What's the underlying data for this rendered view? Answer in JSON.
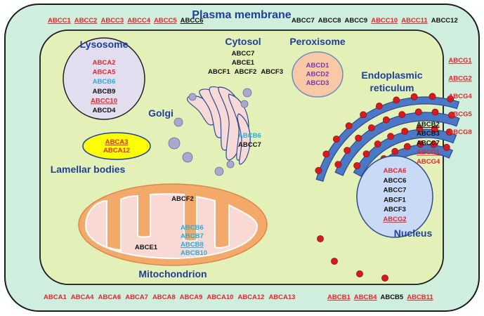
{
  "colors": {
    "red": "#e8262b",
    "black": "#111111",
    "blue": "#22aee6",
    "purple": "#7a35b4",
    "title_blue": "#1f3f9a",
    "cell_fill": "#cfeedd",
    "cytoplasm_fill": "#e3f1b8",
    "er_fill": "#4b78c4",
    "er_dot": "#d71920",
    "lysosome_fill": "#e3ddf0",
    "peroxisome_fill": "#f8c9a4",
    "mito_outer": "#f3a96a",
    "mito_inner": "#f8d9d3",
    "nucleus_fill": "#c9daf6",
    "lamellar_fill": "#ffff00",
    "golgi_fill": "#f7d9d8",
    "golgi_vesicle": "#aaa8cf"
  },
  "labels": {
    "plasma_membrane": "Plasma membrane",
    "lysosome": "Lysosome",
    "cytosol": "Cytosol",
    "peroxisome": "Peroxisome",
    "er_line1": "Endoplasmic",
    "er_line2": "reticulum",
    "golgi": "Golgi",
    "lamellar": "Lamellar bodies",
    "mitochondrion": "Mitochondrion",
    "nucleus": "Nucleus"
  },
  "genes": {
    "membrane_top_left": [
      {
        "t": "ABCC1",
        "c": "red",
        "u": true
      },
      {
        "t": "ABCC2",
        "c": "red",
        "u": true
      },
      {
        "t": "ABCC3",
        "c": "red",
        "u": true
      },
      {
        "t": "ABCC4",
        "c": "red",
        "u": true
      },
      {
        "t": "ABCC5",
        "c": "red",
        "u": true
      },
      {
        "t": "ABCC6",
        "c": "black",
        "u": true
      }
    ],
    "membrane_top_right": [
      {
        "t": "ABCC7",
        "c": "black",
        "u": false
      },
      {
        "t": "ABCC8",
        "c": "black",
        "u": false
      },
      {
        "t": "ABCC9",
        "c": "black",
        "u": false
      },
      {
        "t": "ABCC10",
        "c": "red",
        "u": true
      },
      {
        "t": "ABCC11",
        "c": "red",
        "u": true
      },
      {
        "t": "ABCC12",
        "c": "black",
        "u": false
      }
    ],
    "membrane_right": [
      {
        "t": "ABCG1",
        "c": "red",
        "u": true
      },
      {
        "t": "ABCG2",
        "c": "red",
        "u": true
      },
      {
        "t": "ABCG4",
        "c": "red",
        "u": false
      },
      {
        "t": "ABCG5",
        "c": "red",
        "u": false
      },
      {
        "t": "ABCG8",
        "c": "red",
        "u": false
      }
    ],
    "membrane_bottom_left": [
      {
        "t": "ABCA1",
        "c": "red",
        "u": false
      },
      {
        "t": "ABCA4",
        "c": "red",
        "u": false
      },
      {
        "t": "ABCA6",
        "c": "red",
        "u": false
      },
      {
        "t": "ABCA7",
        "c": "red",
        "u": false
      },
      {
        "t": "ABCA8",
        "c": "red",
        "u": false
      },
      {
        "t": "ABCA9",
        "c": "red",
        "u": false
      },
      {
        "t": "ABCA10",
        "c": "red",
        "u": false
      },
      {
        "t": "ABCA12",
        "c": "red",
        "u": false
      },
      {
        "t": "ABCA13",
        "c": "red",
        "u": false
      }
    ],
    "membrane_bottom_right": [
      {
        "t": "ABCB1",
        "c": "red",
        "u": true
      },
      {
        "t": "ABCB4",
        "c": "red",
        "u": true
      },
      {
        "t": "ABCB5",
        "c": "black",
        "u": false
      },
      {
        "t": "ABCB11",
        "c": "red",
        "u": true
      }
    ],
    "lysosome": [
      {
        "t": "ABCA2",
        "c": "red",
        "u": false
      },
      {
        "t": "ABCA5",
        "c": "red",
        "u": false
      },
      {
        "t": "ABCB6",
        "c": "blue",
        "u": false
      },
      {
        "t": "ABCB9",
        "c": "black",
        "u": false
      },
      {
        "t": "ABCC10",
        "c": "red",
        "u": true
      },
      {
        "t": "ABCD4",
        "c": "black",
        "u": false
      }
    ],
    "cytosol_top": [
      {
        "t": "ABCC7",
        "c": "black",
        "u": false
      },
      {
        "t": "ABCE1",
        "c": "black",
        "u": false
      }
    ],
    "cytosol_row": [
      {
        "t": "ABCF1",
        "c": "black",
        "u": false
      },
      {
        "t": "ABCF2",
        "c": "black",
        "u": false
      },
      {
        "t": "ABCF3",
        "c": "black",
        "u": false
      }
    ],
    "peroxisome": [
      {
        "t": "ABCD1",
        "c": "purple",
        "u": false
      },
      {
        "t": "ABCD2",
        "c": "purple",
        "u": false
      },
      {
        "t": "ABCD3",
        "c": "purple",
        "u": false
      }
    ],
    "golgi": [
      {
        "t": "ABCB6",
        "c": "blue",
        "u": false
      },
      {
        "t": "ABCC7",
        "c": "black",
        "u": false
      }
    ],
    "lamellar": [
      {
        "t": "ABCA3",
        "c": "red",
        "u": true
      },
      {
        "t": "ABCA12",
        "c": "red",
        "u": false
      }
    ],
    "er": [
      {
        "t": "ABCB2",
        "c": "black",
        "u": true
      },
      {
        "t": "ABCB3",
        "c": "black",
        "u": false
      },
      {
        "t": "ABCC7",
        "c": "black",
        "u": false
      },
      {
        "t": "ABCG1",
        "c": "red",
        "u": true
      },
      {
        "t": "ABCG4",
        "c": "red",
        "u": false
      }
    ],
    "nucleus": [
      {
        "t": "ABCA6",
        "c": "red",
        "u": false
      },
      {
        "t": "ABCC6",
        "c": "black",
        "u": false
      },
      {
        "t": "ABCC7",
        "c": "black",
        "u": false
      },
      {
        "t": "ABCF1",
        "c": "black",
        "u": false
      },
      {
        "t": "ABCF3",
        "c": "black",
        "u": false
      },
      {
        "t": "ABCG2",
        "c": "red",
        "u": true
      }
    ],
    "mito_top": [
      {
        "t": "ABCF2",
        "c": "black",
        "u": false
      }
    ],
    "mito_left": [
      {
        "t": "ABCE1",
        "c": "black",
        "u": false
      }
    ],
    "mito_right": [
      {
        "t": "ABCB6",
        "c": "blue",
        "u": false
      },
      {
        "t": "ABCB7",
        "c": "blue",
        "u": false
      },
      {
        "t": "ABCB8",
        "c": "blue",
        "u": true
      },
      {
        "t": "ABCB10",
        "c": "blue",
        "u": false
      }
    ]
  }
}
